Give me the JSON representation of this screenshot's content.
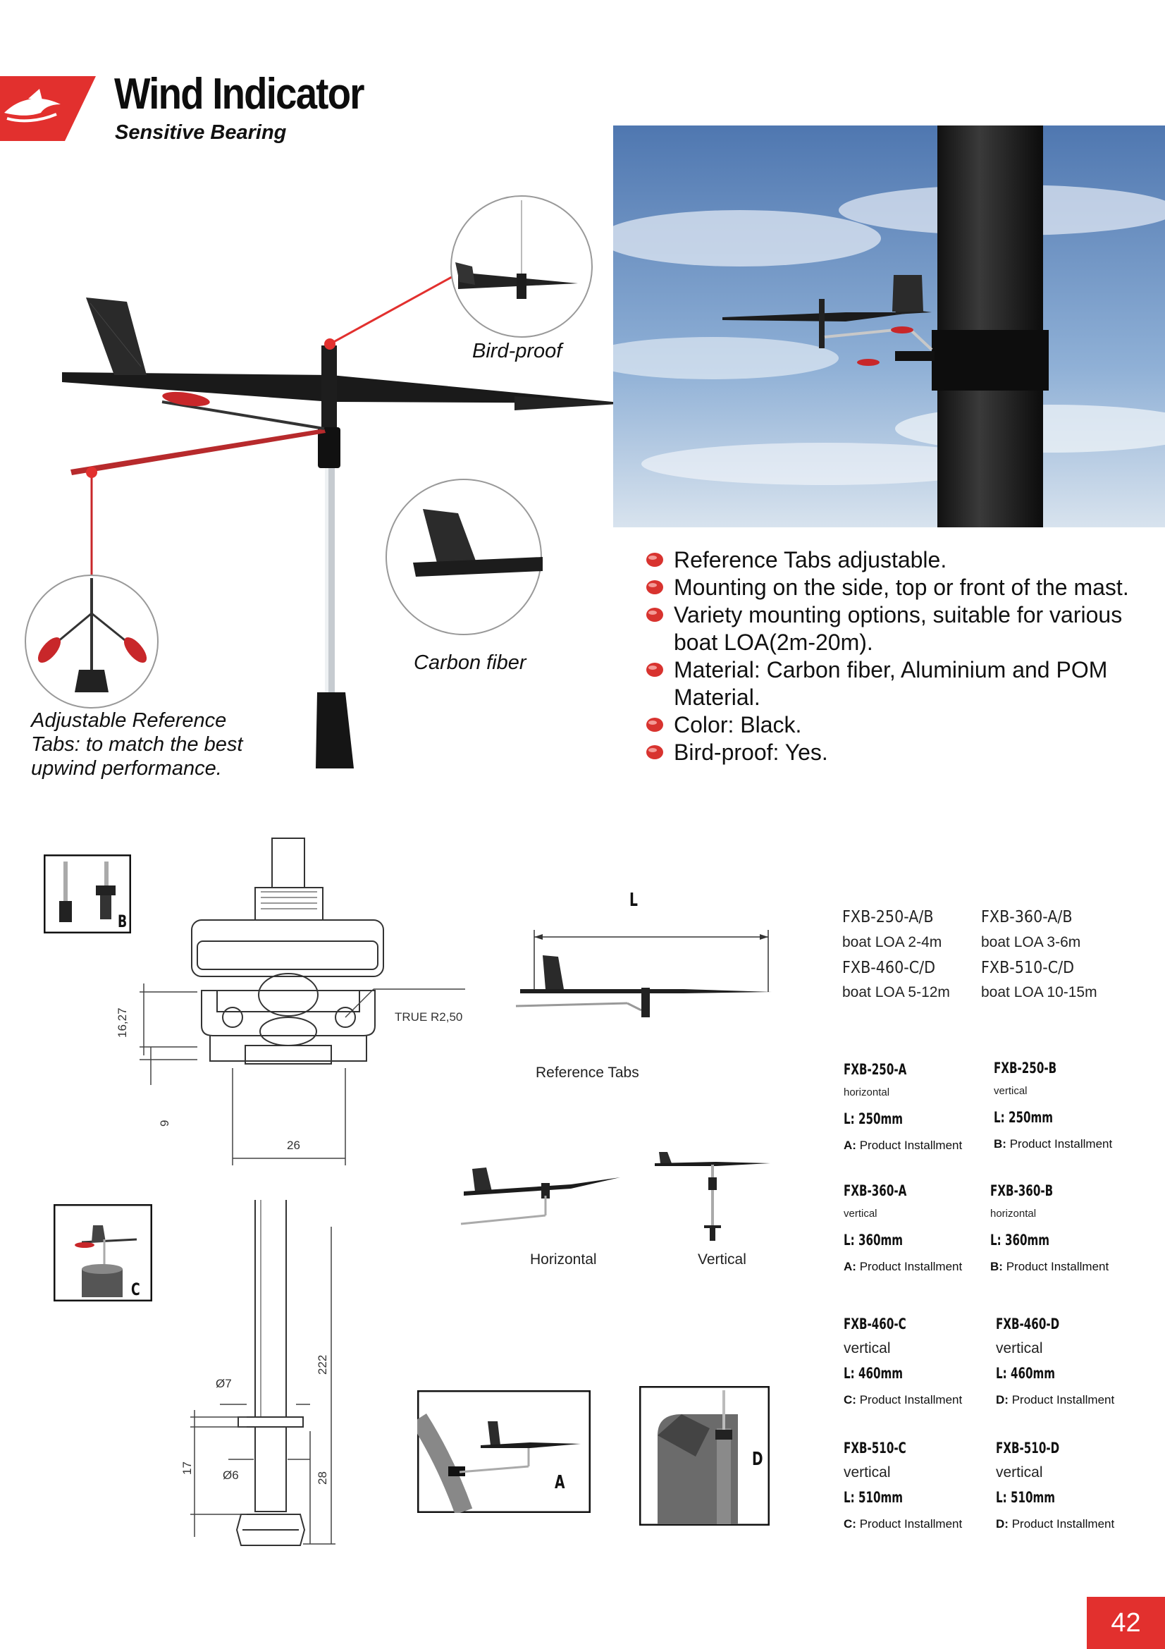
{
  "header": {
    "title": "Wind Indicator",
    "subtitle": "Sensitive Bearing"
  },
  "callouts": {
    "bird_proof": "Bird-proof",
    "carbon_fiber": "Carbon fiber",
    "adjustable_line1": "Adjustable Reference",
    "adjustable_line2": "Tabs: to match the best",
    "adjustable_line3": "upwind performance."
  },
  "features": [
    {
      "line1": "Reference Tabs adjustable.",
      "line2": ""
    },
    {
      "line1": "Mounting on the side, top or front of the mast.",
      "line2": ""
    },
    {
      "line1": "Variety mounting options, suitable for various",
      "line2": "boat LOA(2m-20m)."
    },
    {
      "line1": "Material: Carbon fiber, Aluminium and POM",
      "line2": "Material."
    },
    {
      "line1": "Color: Black.",
      "line2": ""
    },
    {
      "line1": "Bird-proof: Yes.",
      "line2": ""
    }
  ],
  "drawings": {
    "box_b": "B",
    "box_c": "C",
    "box_a": "A",
    "box_d": "D",
    "dim_16_27": "16,27",
    "dim_9": "9",
    "dim_26": "26",
    "true_r": "TRUE R2,50",
    "dim_L": "L",
    "reference_tabs": "Reference Tabs",
    "horizontal": "Horizontal",
    "vertical": "Vertical",
    "dim_phi7": "Ø7",
    "dim_phi6": "Ø6",
    "dim_222": "222",
    "dim_17": "17",
    "dim_28": "28"
  },
  "models_summary": [
    {
      "code": "FXB-250-A/B",
      "loa": "boat LOA 2-4m"
    },
    {
      "code": "FXB-360-A/B",
      "loa": "boat LOA 3-6m"
    },
    {
      "code": "FXB-460-C/D",
      "loa": "boat LOA 5-12m"
    },
    {
      "code": "FXB-510-C/D",
      "loa": "boat LOA 10-15m"
    }
  ],
  "models": [
    {
      "code": "FXB-250-A",
      "orientation": "horizontal",
      "length": "L: 250mm",
      "inst_letter": "A:",
      "inst_text": "Product Installment"
    },
    {
      "code": "FXB-250-B",
      "orientation": "vertical",
      "length": "L: 250mm",
      "inst_letter": "B:",
      "inst_text": "Product Installment"
    },
    {
      "code": "FXB-360-A",
      "orientation": "vertical",
      "length": "L: 360mm",
      "inst_letter": "A:",
      "inst_text": "Product Installment"
    },
    {
      "code": "FXB-360-B",
      "orientation": "horizontal",
      "length": "L: 360mm",
      "inst_letter": "B:",
      "inst_text": "Product Installment"
    },
    {
      "code": "FXB-460-C",
      "orientation": "vertical",
      "length": "L: 460mm",
      "inst_letter": "C:",
      "inst_text": "Product Installment"
    },
    {
      "code": "FXB-460-D",
      "orientation": "vertical",
      "length": "L: 460mm",
      "inst_letter": "D:",
      "inst_text": "Product Installment"
    },
    {
      "code": "FXB-510-C",
      "orientation": "vertical",
      "length": "L: 510mm",
      "inst_letter": "C:",
      "inst_text": "Product Installment"
    },
    {
      "code": "FXB-510-D",
      "orientation": "vertical",
      "length": "L: 510mm",
      "inst_letter": "D:",
      "inst_text": "Product Installment"
    }
  ],
  "page_number": "42",
  "colors": {
    "accent": "#e2302e",
    "sky": "#6f93c4",
    "carbon": "#1b1b1b",
    "tab_red": "#c8272a"
  }
}
